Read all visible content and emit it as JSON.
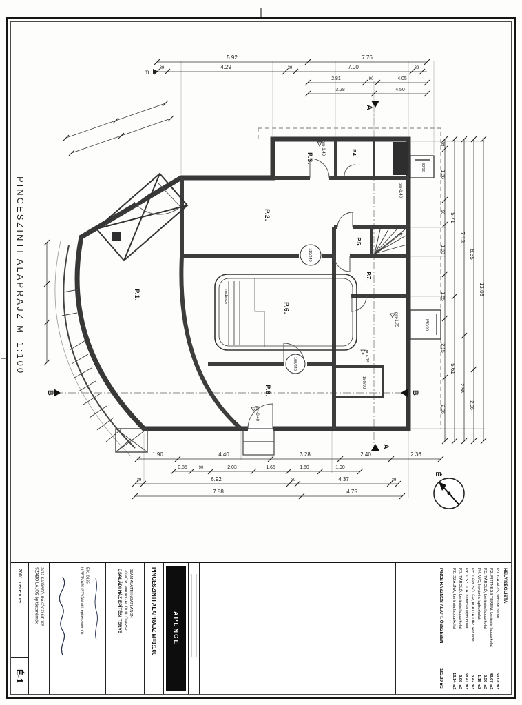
{
  "sheet": {
    "side_title": "PINCESZINTI ALAPRAJZ M=1:100"
  },
  "plan": {
    "rooms": [
      "P.1.",
      "P.2.",
      "P.3.",
      "P.4.",
      "P.5.",
      "P.6.",
      "P.7.",
      "P.8."
    ],
    "pool_label": "medence",
    "levels": [
      "pm-1.40",
      "pm-1.40",
      "pm-1.75",
      "pm-.75",
      "pm-0.40"
    ],
    "door_tags": [
      "110/240",
      "100/240"
    ],
    "size_tags": [
      "90/90",
      "150/90",
      "150/90"
    ],
    "meter_mark": "m",
    "section_a": "A",
    "section_b": "B",
    "compass": "É",
    "dims": {
      "top": [
        "5.92",
        "7.76",
        "39",
        "4.29",
        "39",
        "7.00",
        "39",
        "2.81",
        "90",
        "4.05",
        "3.28",
        "4.50"
      ],
      "right": [
        "39",
        "1.88",
        "90",
        "1.80",
        "1.65",
        "2.15",
        "2.96",
        "5.71",
        "5.61",
        "7.13",
        "2.98",
        "8.35",
        "2.96",
        "13.08"
      ],
      "bottom": [
        "1.90",
        "4.40",
        "3.28",
        "2.40",
        "2.36",
        "0.85",
        "90",
        "2.03",
        "1.65",
        "1.50",
        "1.90",
        "39",
        "6.92",
        "39",
        "4.37",
        "39",
        "7.88",
        "4.75"
      ]
    }
  },
  "titleblock": {
    "date": "2001. december",
    "sheet_no": "É-1",
    "designer_name": "SZABÓ LAJOS építészmérnök",
    "designer_addr": "2472 KAJÁSZÓ, RÁKÓCZI ÚT 105.",
    "architect_name": "LIGETVÁRI ISTVÁN okl. építészmérnök",
    "architect_reg": "É01-0185",
    "project_line1": "CSALÁDI HÁZ ÉPÍTÉSI TERVE",
    "project_line2": "GÖMÖR, MADRIGÁL ÜDÜLŐ HRSZ.",
    "project_line3": "SZÁM ALATTI INGATLANON",
    "drawing_title": "PINCESZINTI ALAPRAJZ M=1:100",
    "logo_text": "APENCE"
  },
  "legend": {
    "heading": "HELYISÉGLISTA:",
    "rooms": [
      {
        "label": "P.1. GARÁZS, simított beton",
        "area": "50.08 m2"
      },
      {
        "label": "P.2. FITTNESS TEREM, kerámia lapburkolat",
        "area": "48.67 m2"
      },
      {
        "label": "P.3. TÁROLÓ, kerámia lapburkolat",
        "area": "5.56 m2"
      },
      {
        "label": "P.4. WC, kerámia lapburkolat",
        "area": "1.15 m2"
      },
      {
        "label": "P.5. LÉPCSŐTÉR, ALATTA TÁR. ker.lapb.",
        "area": "3.42 m2"
      },
      {
        "label": "P.6. USZODA, kerámia lapburkolat",
        "area": "58.41 m2"
      },
      {
        "label": "P.7. TÁROLÓ, kerámia lapburkolat",
        "area": "6.86 m2"
      },
      {
        "label": "P.8. SZAUNA, kerámia lapburkolat",
        "area": "18.14 m2"
      }
    ],
    "total_label": "PINCE HASZNOS ALAPT. ÖSSZESEN:",
    "total_area": "192.29 m2"
  }
}
